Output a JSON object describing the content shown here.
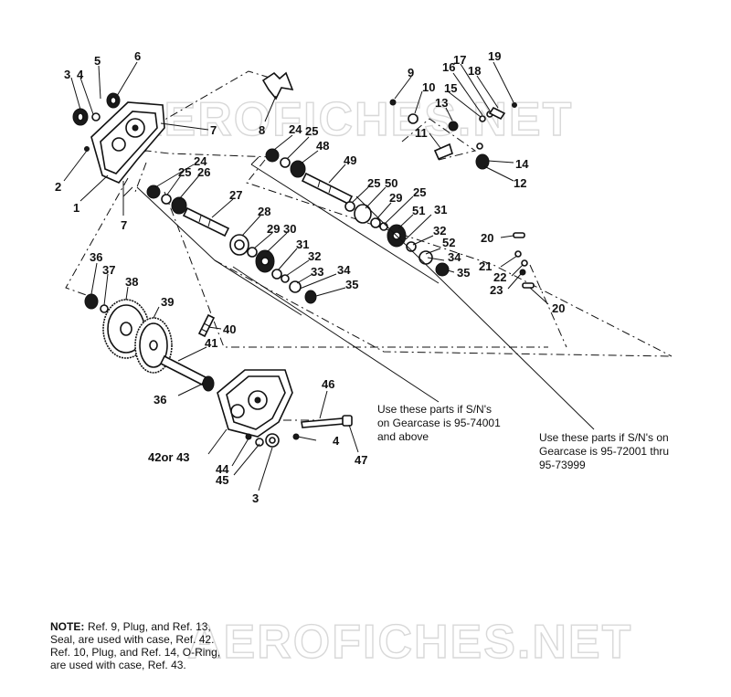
{
  "watermark": {
    "top": "AEROFICHES.NET",
    "bottom": "AEROFICHES.NET"
  },
  "callouts": [
    {
      "id": "c3a",
      "text": "3"
    },
    {
      "id": "c4a",
      "text": "4"
    },
    {
      "id": "c5",
      "text": "5"
    },
    {
      "id": "c6",
      "text": "6"
    },
    {
      "id": "c7a",
      "text": "7"
    },
    {
      "id": "c8",
      "text": "8"
    },
    {
      "id": "c2",
      "text": "2"
    },
    {
      "id": "c1",
      "text": "1"
    },
    {
      "id": "c7b",
      "text": "7"
    },
    {
      "id": "c24a",
      "text": "24"
    },
    {
      "id": "c25a",
      "text": "25"
    },
    {
      "id": "c26",
      "text": "26"
    },
    {
      "id": "c27",
      "text": "27"
    },
    {
      "id": "c28",
      "text": "28"
    },
    {
      "id": "c29a",
      "text": "29"
    },
    {
      "id": "c30",
      "text": "30"
    },
    {
      "id": "c31a",
      "text": "31"
    },
    {
      "id": "c32a",
      "text": "32"
    },
    {
      "id": "c33",
      "text": "33"
    },
    {
      "id": "c34a",
      "text": "34"
    },
    {
      "id": "c35a",
      "text": "35"
    },
    {
      "id": "c24b",
      "text": "24"
    },
    {
      "id": "c25b",
      "text": "25"
    },
    {
      "id": "c48",
      "text": "48"
    },
    {
      "id": "c49",
      "text": "49"
    },
    {
      "id": "c25c",
      "text": "25"
    },
    {
      "id": "c50",
      "text": "50"
    },
    {
      "id": "c29b",
      "text": "29"
    },
    {
      "id": "c25d",
      "text": "25"
    },
    {
      "id": "c51",
      "text": "51"
    },
    {
      "id": "c31b",
      "text": "31"
    },
    {
      "id": "c32b",
      "text": "32"
    },
    {
      "id": "c52",
      "text": "52"
    },
    {
      "id": "c34b",
      "text": "34"
    },
    {
      "id": "c35b",
      "text": "35"
    },
    {
      "id": "c9",
      "text": "9"
    },
    {
      "id": "c10",
      "text": "10"
    },
    {
      "id": "c16",
      "text": "16"
    },
    {
      "id": "c17",
      "text": "17"
    },
    {
      "id": "c18",
      "text": "18"
    },
    {
      "id": "c19",
      "text": "19"
    },
    {
      "id": "c15",
      "text": "15"
    },
    {
      "id": "c13",
      "text": "13"
    },
    {
      "id": "c11",
      "text": "11"
    },
    {
      "id": "c14",
      "text": "14"
    },
    {
      "id": "c12",
      "text": "12"
    },
    {
      "id": "c20a",
      "text": "20"
    },
    {
      "id": "c21",
      "text": "21"
    },
    {
      "id": "c22",
      "text": "22"
    },
    {
      "id": "c23",
      "text": "23"
    },
    {
      "id": "c20b",
      "text": "20"
    },
    {
      "id": "c36a",
      "text": "36"
    },
    {
      "id": "c37",
      "text": "37"
    },
    {
      "id": "c38",
      "text": "38"
    },
    {
      "id": "c39",
      "text": "39"
    },
    {
      "id": "c40",
      "text": "40"
    },
    {
      "id": "c41",
      "text": "41"
    },
    {
      "id": "c36b",
      "text": "36"
    },
    {
      "id": "c46",
      "text": "46"
    },
    {
      "id": "c4b",
      "text": "4"
    },
    {
      "id": "c47",
      "text": "47"
    },
    {
      "id": "c42or43",
      "text": "42or 43"
    },
    {
      "id": "c44",
      "text": "44"
    },
    {
      "id": "c45",
      "text": "45"
    },
    {
      "id": "c3b",
      "text": "3"
    }
  ],
  "notes": {
    "serial_new": [
      "Use these parts if S/N's",
      "on Gearcase is 95-74001",
      "and above"
    ],
    "serial_old": [
      "Use these parts if S/N's on",
      "Gearcase is 95-72001 thru",
      "95-73999"
    ],
    "footnote_label": "NOTE:",
    "footnote": [
      " Ref. 9, Plug, and Ref. 13,",
      "Seal, are used with case, Ref. 42.",
      "Ref. 10, Plug, and Ref. 14, O-Ring,",
      "are used with case, Ref. 43."
    ]
  }
}
